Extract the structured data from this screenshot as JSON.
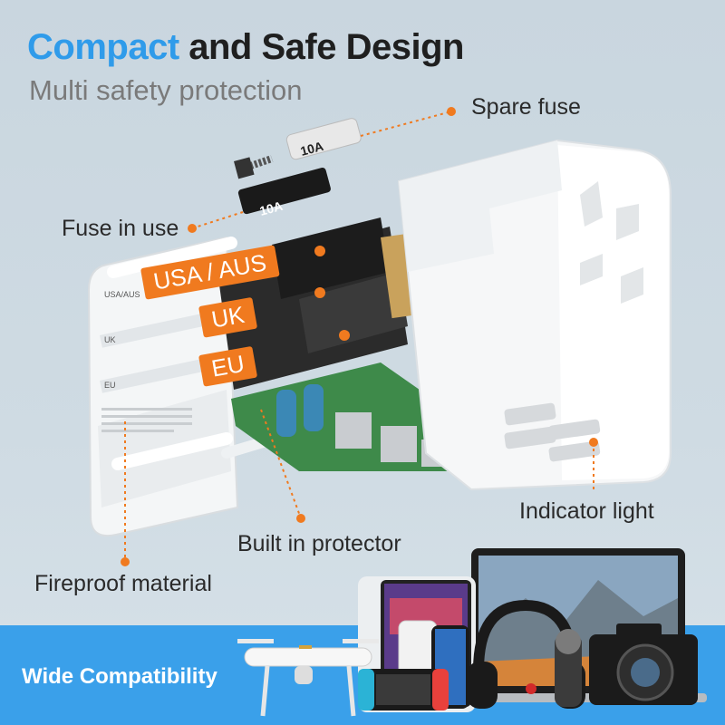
{
  "title": {
    "accent": "Compact",
    "rest": " and Safe Design"
  },
  "subtitle": "Multi safety protection",
  "callouts": {
    "spare_fuse": "Spare fuse",
    "fuse_in_use": "Fuse in use",
    "indicator_light": "Indicator light",
    "built_in_protector": "Built in protector",
    "fireproof_material": "Fireproof material"
  },
  "plug_tags": [
    "USA / AUS",
    "UK",
    "EU"
  ],
  "housing_labels": {
    "usa_aus": "USA/AUS",
    "uk": "UK",
    "eu": "EU"
  },
  "fuse_label": "10A",
  "banner": {
    "text": "Wide Compatibility"
  },
  "colors": {
    "accent_blue": "#2f9bea",
    "orange": "#f07a1f",
    "banner_blue": "#3aa0ea"
  }
}
